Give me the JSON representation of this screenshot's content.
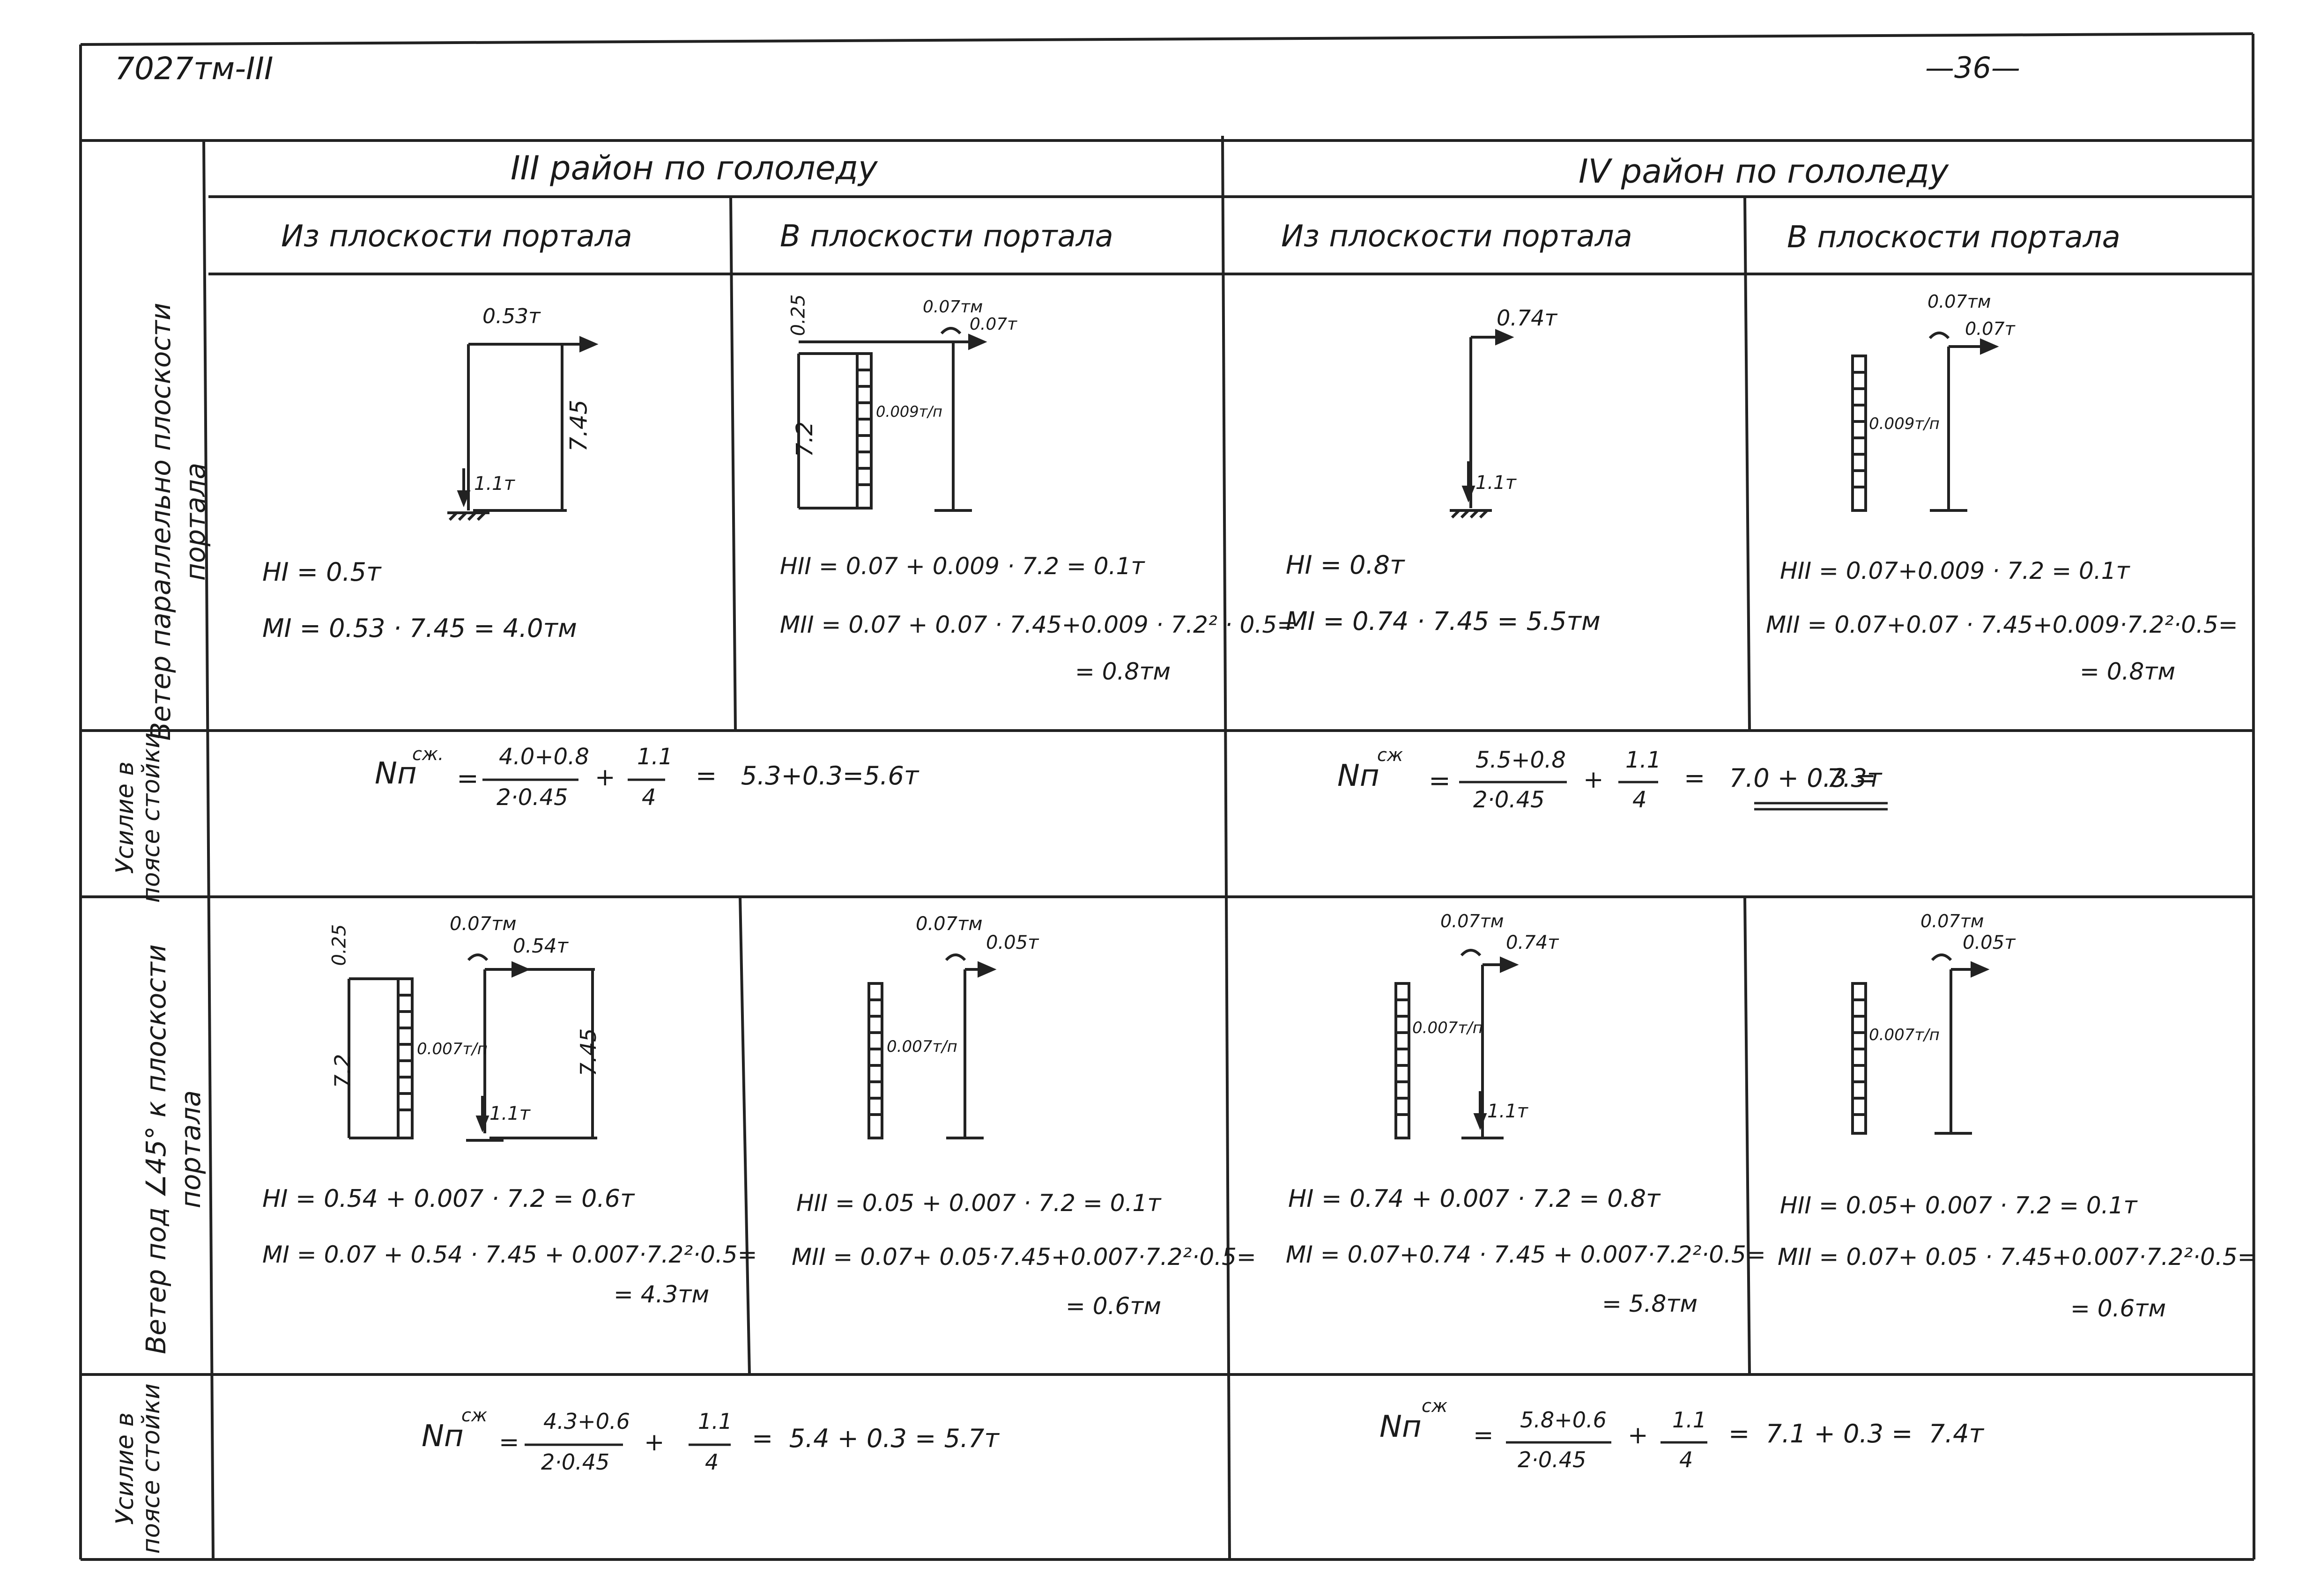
{
  "doc": {
    "code": "7027тм-III",
    "page_number": "—36—"
  },
  "zones": {
    "zone3": "III район по гололеду",
    "zone4": "IV район по гололеду"
  },
  "subheaders": {
    "out_of_plane": "Из плоскости портала",
    "in_plane": "В плоскости портала"
  },
  "row_labels": {
    "wind_parallel": "Ветер параллельно плоскости портала",
    "force1": "Усилие в поясе стойки",
    "wind_45": "Ветер под ∠45° к плоскости портала",
    "force2": "Усилие в поясе стойки"
  },
  "row1": {
    "c1": {
      "load_top": "0.53т",
      "height": "7.45",
      "vert_load": "1.1т",
      "f1": "HI = 0.5т",
      "f2": "MI = 0.53 · 7.45 = 4.0тм"
    },
    "c2": {
      "offset": "0.25",
      "moment": "0.07тм",
      "load_top": "0.07т",
      "height": "7.2",
      "dist_load": "0.009т/п",
      "f1": "HII = 0.07 + 0.009 · 7.2 = 0.1т",
      "f2": "MII = 0.07 + 0.07 · 7.45+0.009 · 7.2² · 0.5=",
      "f3": "= 0.8тм"
    },
    "c3": {
      "load_top": "0.74т",
      "vert_load": "1.1т",
      "f1": "HI = 0.8т",
      "f2": "MI = 0.74 · 7.45 = 5.5тм"
    },
    "c4": {
      "moment": "0.07тм",
      "load_top": "0.07т",
      "dist_load": "0.009т/п",
      "f1": "HII = 0.07+0.009 · 7.2 = 0.1т",
      "f2": "MII = 0.07+0.07 · 7.45+0.009·7.2²·0.5=",
      "f3": "= 0.8тм"
    }
  },
  "force1": {
    "left": {
      "lhs": "Nп",
      "sup": "сж.",
      "eq": "=",
      "num1": "4.0+0.8",
      "den1": "2·0.45",
      "plus": "+",
      "num2": "1.1",
      "den2": "4",
      "result": "=   5.3+0.3=5.6т"
    },
    "right": {
      "lhs": "Nп",
      "sup": "сж",
      "eq": "=",
      "num1": "5.5+0.8",
      "den1": "2·0.45",
      "plus": "+",
      "num2": "1.1",
      "den2": "4",
      "result": "=   7.0 + 0.3 = ",
      "result_final": "7.3т"
    }
  },
  "row3": {
    "c1": {
      "offset": "0.25",
      "moment": "0.07тм",
      "load_top": "0.54т",
      "height_left": "7.2",
      "height_right": "7.45",
      "dist_load": "0.007т/п",
      "vert_load": "1.1т",
      "f1": "HI = 0.54 + 0.007 · 7.2 = 0.6т",
      "f2": "MI = 0.07 + 0.54 · 7.45 + 0.007·7.2²·0.5=",
      "f3": "= 4.3тм"
    },
    "c2": {
      "moment": "0.07тм",
      "load_top": "0.05т",
      "dist_load": "0.007т/п",
      "f1": "HII = 0.05 + 0.007 · 7.2 = 0.1т",
      "f2": "MII = 0.07+ 0.05·7.45+0.007·7.2²·0.5=",
      "f3": "= 0.6тм"
    },
    "c3": {
      "moment": "0.07тм",
      "load_top": "0.74т",
      "dist_load": "0.007т/п",
      "vert_load": "1.1т",
      "f1": "HI = 0.74 + 0.007 · 7.2 = 0.8т",
      "f2": "MI = 0.07+0.74 · 7.45 + 0.007·7.2²·0.5=",
      "f3": "= 5.8тм"
    },
    "c4": {
      "moment": "0.07тм",
      "load_top": "0.05т",
      "dist_load": "0.007т/п",
      "f1": "HII = 0.05+ 0.007 · 7.2 = 0.1т",
      "f2": "MII = 0.07+ 0.05 · 7.45+0.007·7.2²·0.5=",
      "f3": "= 0.6тм"
    }
  },
  "force2": {
    "left": {
      "lhs": "Nп",
      "sup": "сж",
      "eq": "=",
      "num1": "4.3+0.6",
      "den1": "2·0.45",
      "plus": "+",
      "num2": "1.1",
      "den2": "4",
      "result": "=  5.4 + 0.3 = 5.7т"
    },
    "right": {
      "lhs": "Nп",
      "sup": "сж",
      "eq": "=",
      "num1": "5.8+0.6",
      "den1": "2·0.45",
      "plus": "+",
      "num2": "1.1",
      "den2": "4",
      "result": "=  7.1 + 0.3 =  7.4т"
    }
  }
}
